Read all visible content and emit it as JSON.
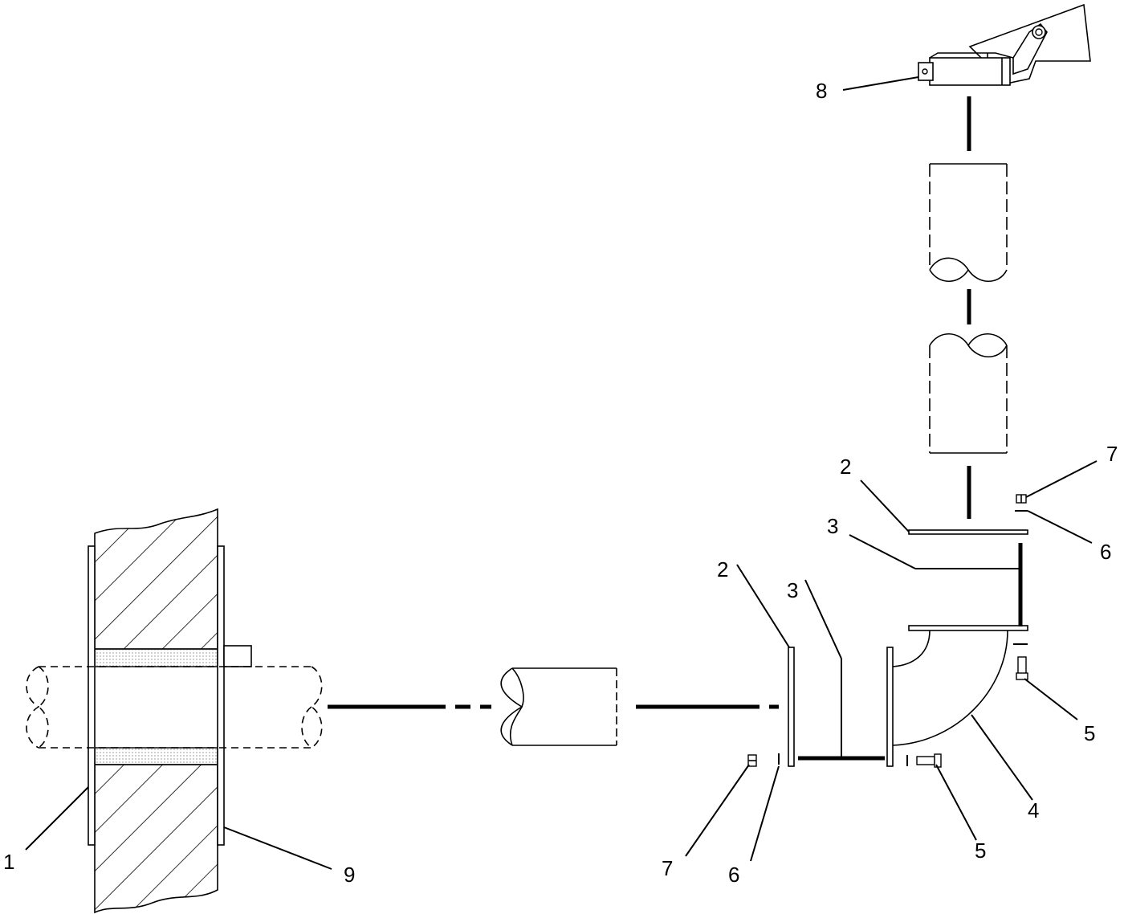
{
  "colors": {
    "line": "#000000",
    "background": "#ffffff",
    "hatch": "#000000",
    "seal": "#bbbbbb"
  },
  "callouts": {
    "c1": "1",
    "c2_upper": "2",
    "c2_lower": "2",
    "c3_upper": "3",
    "c3_lower": "3",
    "c4": "4",
    "c5_right": "5",
    "c5_lower": "5",
    "c6_upper": "6",
    "c6_lower": "6",
    "c7_upper": "7",
    "c7_lower": "7",
    "c8": "8",
    "c9": "9"
  }
}
